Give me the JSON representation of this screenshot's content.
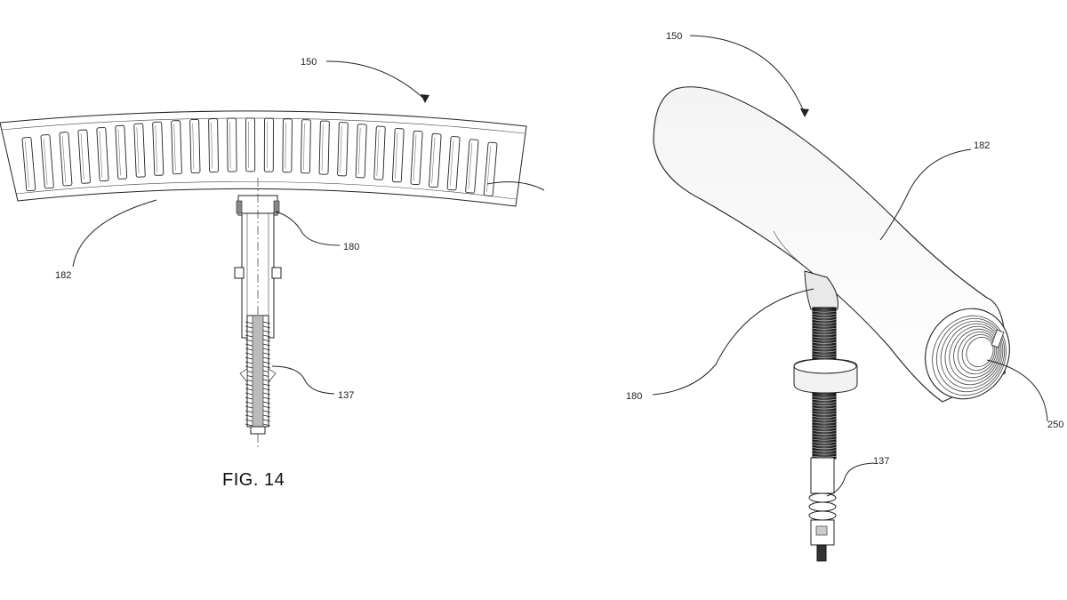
{
  "figure_caption": "FIG. 14",
  "left_view": {
    "labels": {
      "assembly": "150",
      "tube": "182",
      "connector": "180",
      "valve_stem": "137"
    }
  },
  "right_view": {
    "labels": {
      "assembly": "150",
      "tube": "182",
      "connector": "180",
      "valve_stem": "137",
      "inner_coil": "250"
    }
  }
}
